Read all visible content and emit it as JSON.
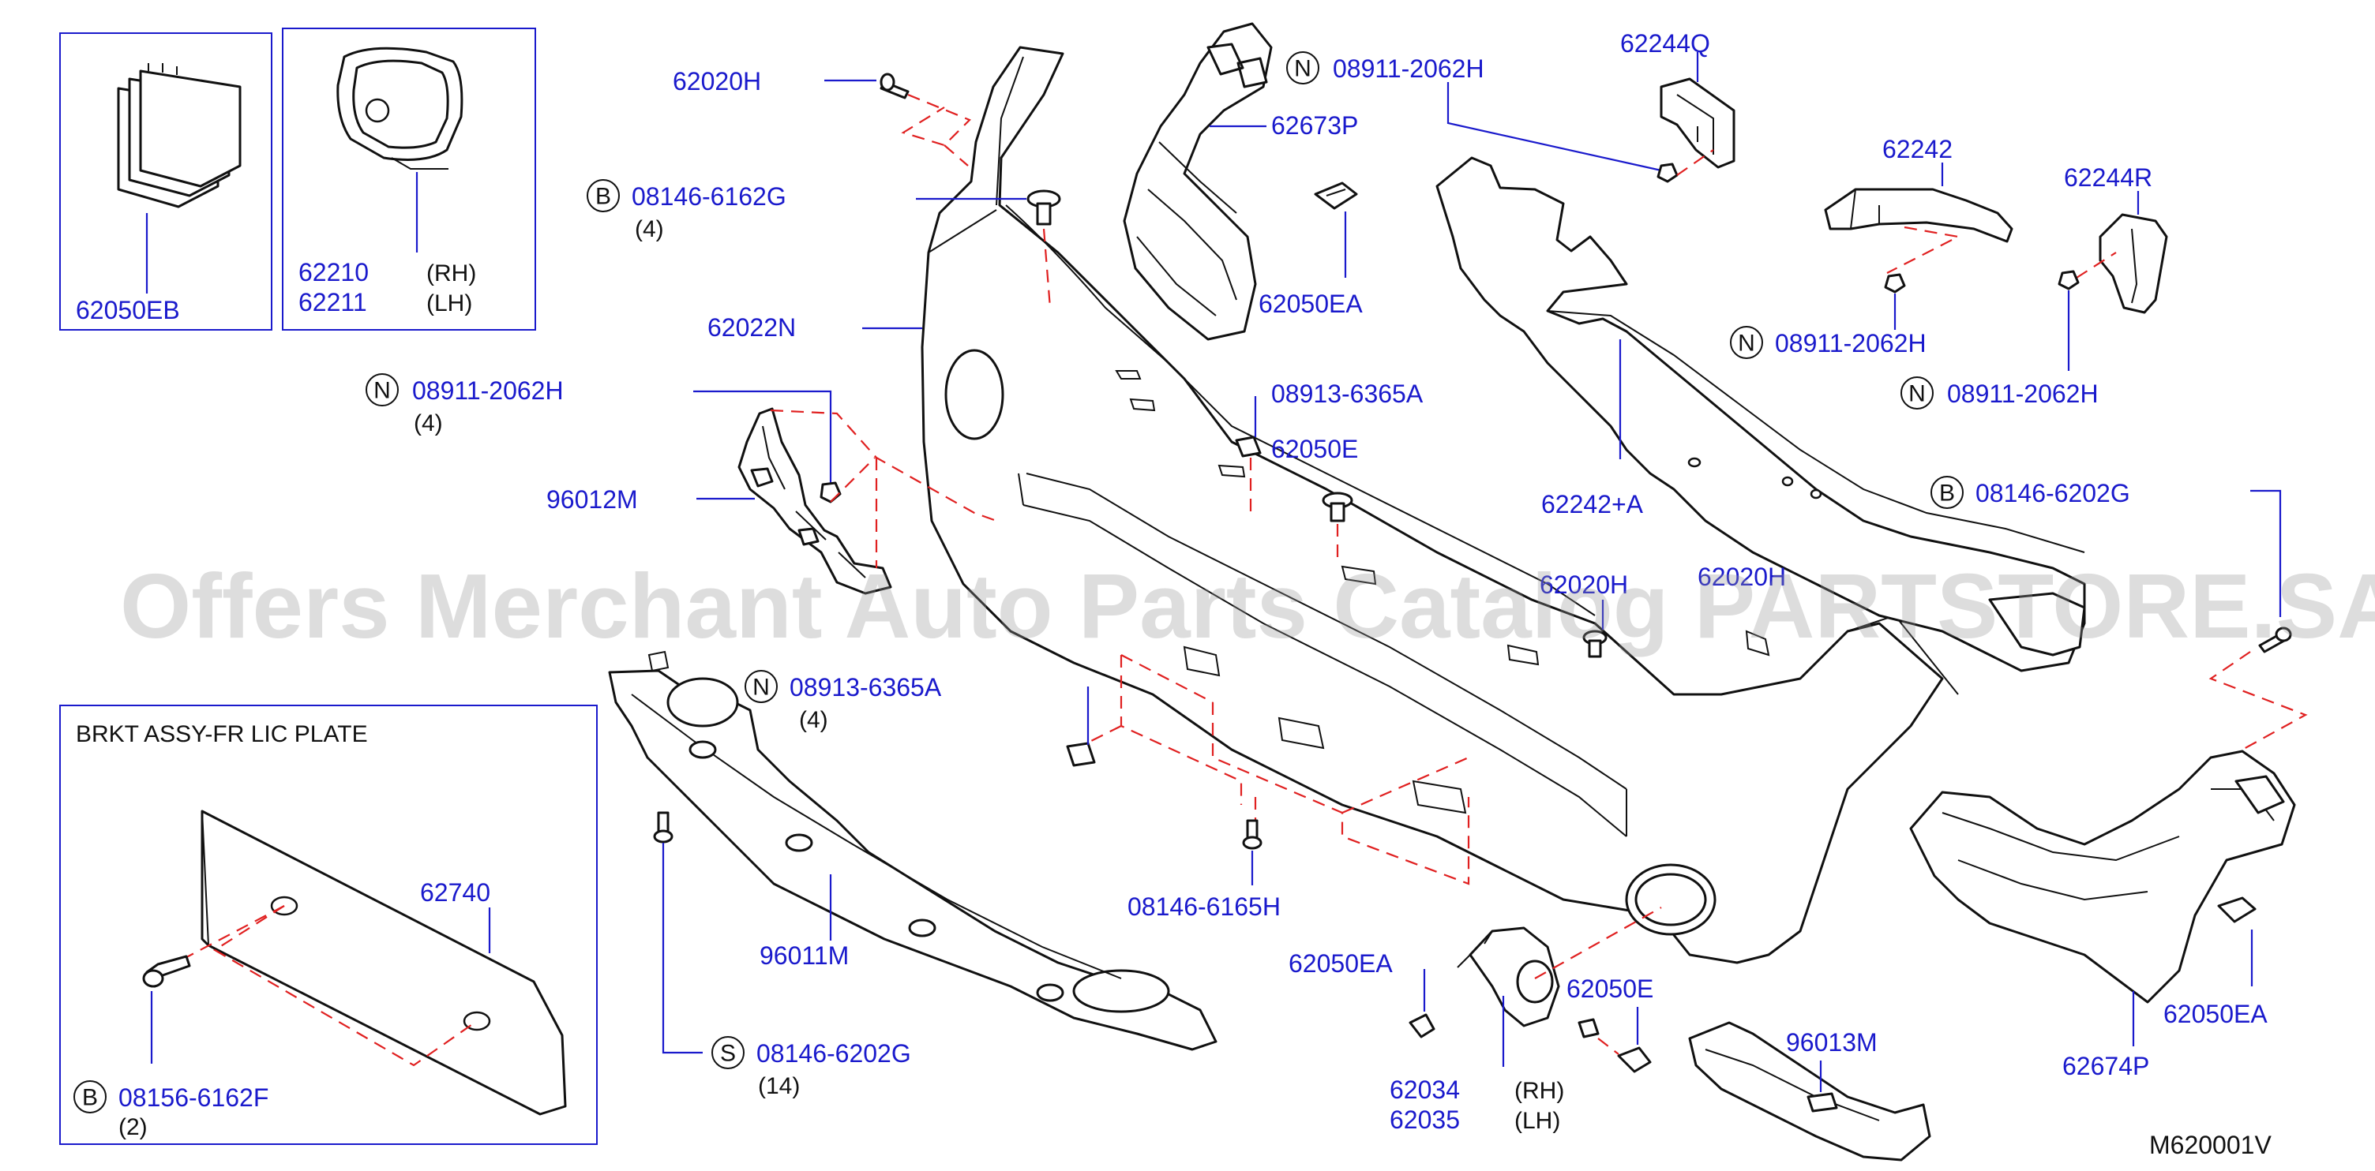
{
  "diagram": {
    "reference_code": "M620001V",
    "watermark": "Offers Merchant Auto Parts Catalog PARTSTORE.SA",
    "inset_title": "BRKT ASSY-FR LIC PLATE",
    "labels": {
      "p62050EB": "62050EB",
      "p62210": "62210",
      "p62211": "62211",
      "rh1": "(RH)",
      "lh1": "(LH)",
      "p62020H_top": "62020H",
      "p08146_6162G": "08146-6162G",
      "q4_a": "(4)",
      "p62022N": "62022N",
      "p08911_2062H_left": "08911-2062H",
      "q4_b": "(4)",
      "p96012M": "96012M",
      "p62673P": "62673P",
      "p08911_2062H_top": "08911-2062H",
      "p62050EA_top": "62050EA",
      "p08913_6365A_top": "08913-6365A",
      "p62050E_top": "62050E",
      "p62244Q": "62244Q",
      "p62242": "62242",
      "p62244R": "62244R",
      "p08911_2062H_r1": "08911-2062H",
      "p08911_2062H_r2": "08911-2062H",
      "p62242A": "62242+A",
      "p08146_6202G_right": "08146-6202G",
      "p62020H_mid": "62020H",
      "p62020H_mid2": "62020H",
      "p08913_6365A_mid": "08913-6365A",
      "q4_c": "(4)",
      "p96011M": "96011M",
      "p08146_6165H": "08146-6165H",
      "p62740": "62740",
      "p08156_6162F": "08156-6162F",
      "q2": "(2)",
      "p08146_6202G_bottom": "08146-6202G",
      "q14": "(14)",
      "p62050EA_bottom": "62050EA",
      "p62050E_bottom": "62050E",
      "p62034": "62034",
      "p62035": "62035",
      "rh2": "(RH)",
      "lh2": "(LH)",
      "p96013M": "96013M",
      "p62674P": "62674P",
      "p62050EA_right": "62050EA"
    },
    "symbols": {
      "B": "B",
      "N": "N",
      "S": "S"
    },
    "colors": {
      "part_number": "#1a1acc",
      "dashed_line": "#e02020",
      "outline": "#111111"
    }
  }
}
